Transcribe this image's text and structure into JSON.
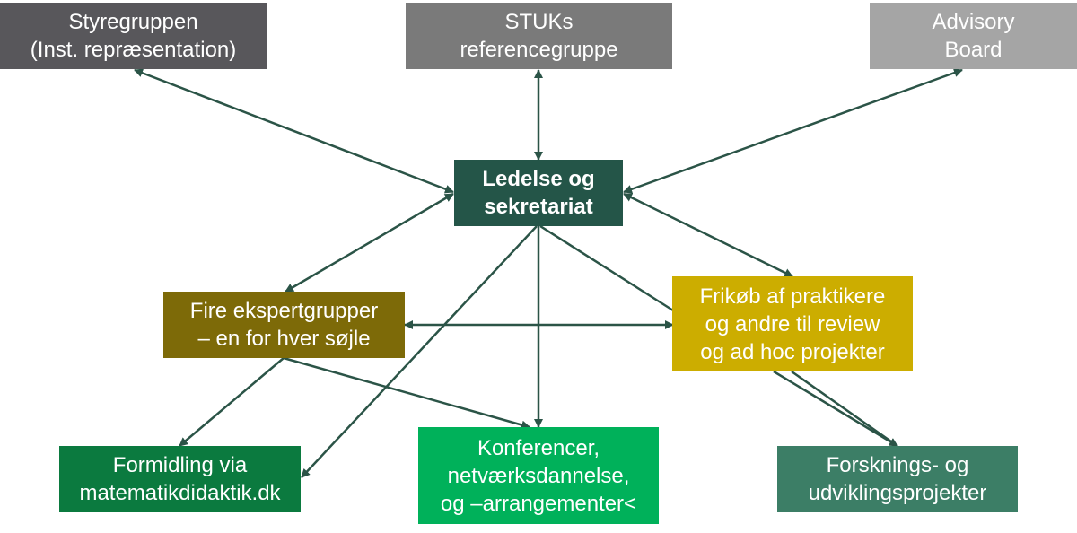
{
  "colors": {
    "edge": "#2b5447",
    "styregruppen": "#58575b",
    "stuks": "#7a7a7a",
    "advisory": "#a5a5a5",
    "ledelse": "#245548",
    "fire": "#7d6a08",
    "frikob": "#ccad00",
    "formidling": "#0b7a3f",
    "konferencer": "#00b15a",
    "forskning": "#3c7e66"
  },
  "nodes": {
    "styregruppen": {
      "lines": [
        "Styregruppen",
        "(Inst. repræsentation)"
      ]
    },
    "stuks": {
      "lines": [
        "STUKs",
        "referencegruppe"
      ]
    },
    "advisory": {
      "lines": [
        "Advisory",
        "Board"
      ]
    },
    "ledelse": {
      "lines": [
        "Ledelse og",
        "sekretariat"
      ]
    },
    "fire": {
      "lines": [
        "Fire ekspertgrupper",
        "– en for hver søjle"
      ]
    },
    "frikob": {
      "lines": [
        "Frikøb af praktikere",
        "og andre til review",
        "og ad hoc projekter"
      ]
    },
    "formidling": {
      "lines": [
        "Formidling via",
        "matematikdidaktik.dk"
      ]
    },
    "konferencer": {
      "lines": [
        "Konferencer,",
        "netværksdannelse,",
        "og –arrangementer<"
      ]
    },
    "forskning": {
      "lines": [
        "Forsknings- og",
        "udviklingsprojekter"
      ]
    }
  }
}
